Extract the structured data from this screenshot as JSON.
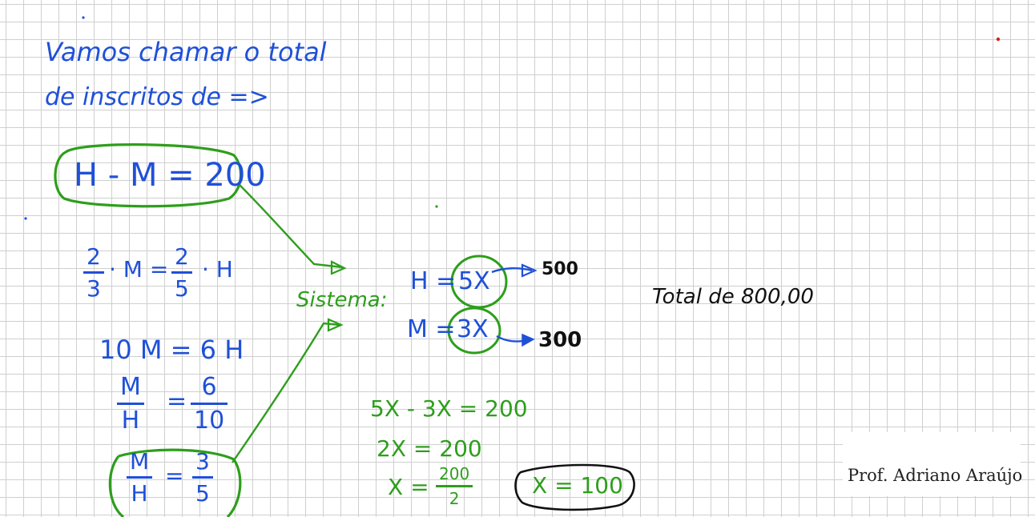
{
  "intro": {
    "line1": "Vamos chamar o total",
    "line2": "de inscritos de =>"
  },
  "left_steps": {
    "eq1": "H - M = 200",
    "eq2_left_num": "2",
    "eq2_left_den": "3",
    "eq2_mid": "· M =",
    "eq2_right_num": "2",
    "eq2_right_den": "5",
    "eq2_end": "· H",
    "eq3": "10 M = 6 H",
    "eq4_left_num": "M",
    "eq4_left_den": "H",
    "eq4_eq": "=",
    "eq4_right_num": "6",
    "eq4_right_den": "10",
    "eq5_left_num": "M",
    "eq5_left_den": "H",
    "eq5_eq": "=",
    "eq5_right_num": "3",
    "eq5_right_den": "5"
  },
  "system": {
    "label": "Sistema:",
    "h_eq": "H =",
    "h_val": "5X",
    "m_eq": "M =",
    "m_val": "3X",
    "h_result": "500",
    "m_result": "300"
  },
  "solution": {
    "line1": "5X - 3X = 200",
    "line2": "2X = 200",
    "line3_prefix": "X =",
    "line3_num": "200",
    "line3_den": "2",
    "line3_answer": "X = 100"
  },
  "total": {
    "text": "Total de 800,00"
  },
  "signature": {
    "name": "Prof. Adriano Araújo"
  },
  "colors": {
    "blue_ink": "#1f50d8",
    "green_ink": "#2e9e1c",
    "black_ink": "#111111",
    "grid": "#cfcfcf"
  }
}
